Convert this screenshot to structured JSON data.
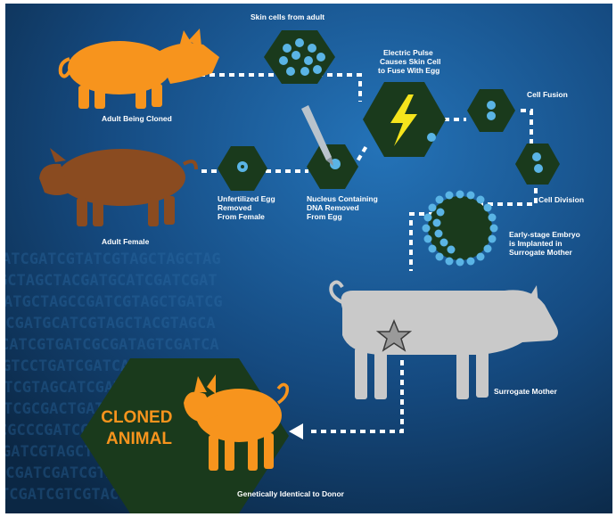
{
  "labels": {
    "skin_cells": "Skin cells from adult",
    "adult_cloned": "Adult Being Cloned",
    "electric_pulse": [
      "Electric Pulse",
      "Causes Skin Cell",
      "to Fuse With Egg"
    ],
    "cell_fusion": "Cell Fusion",
    "adult_female": "Adult Female",
    "unfertilized_egg": [
      "Unfertilized Egg",
      "Removed",
      "From Female"
    ],
    "nucleus": [
      "Nucleus Containing",
      "DNA Removed",
      "From Egg"
    ],
    "cell_division": "Cell Division",
    "embryo": [
      "Early-stage Embryo",
      "is Implanted in",
      "Surrogate Mother"
    ],
    "surrogate": "Surrogate Mother",
    "cloned_animal": [
      "CLONED",
      "ANIMAL"
    ],
    "genetically_identical": "Genetically Identical to Donor"
  },
  "dna_rows": [
    "ATCGATCGTATCGTAGCTAGCTAG",
    "GCTAGCTACGATGCATCGATCGAT",
    "ATGCTAGCCGATCGTAGCTGATCG",
    "TCGATGCATCGTAGCTACGTAGCA",
    "CATCGTGATCGCGATAGTCGATCA",
    "GTCCTGATCGATCAGCTACGTAGC",
    "ATCGTAGCATCGATCGGCTAGCTA",
    "TCGCGACTGATCGCGATACGTAGC",
    "CGCCCGATCGACGTAGCTAGATCG",
    "GATCGTAGCTGACGTACGATCGAT",
    "ACGATCGATCGTACGTAGCTAGCA",
    "TCGATCGTCGTACCTAGCTAGCTA"
  ],
  "colors": {
    "background_dark": "#0d2d4f",
    "background_light": "#1f6aab",
    "hexagon": "#1a3a1c",
    "orange": "#f7941d",
    "brown": "#8a4b20",
    "gray": "#c9c9c9",
    "cell": "#5ab4e5",
    "bolt": "#f5e41c",
    "arrow": "#ffffff"
  },
  "icons": {
    "pulse": "lightning-bolt-icon",
    "pipette": "pipette-icon",
    "marker": "star-icon"
  }
}
